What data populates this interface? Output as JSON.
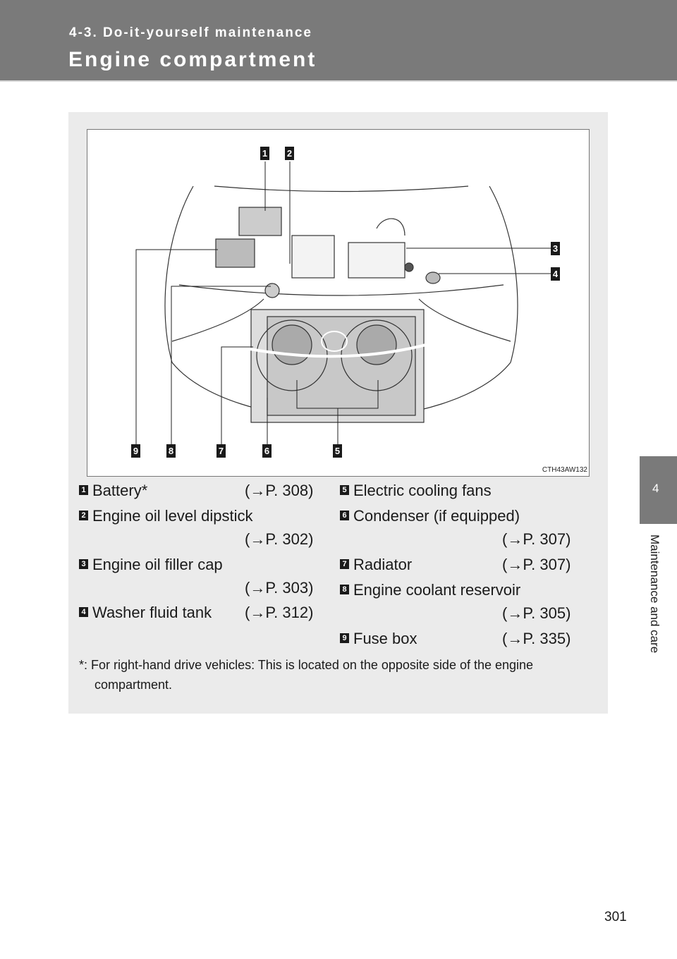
{
  "header": {
    "section": "4-3. Do-it-yourself maintenance",
    "title": "Engine compartment"
  },
  "figure": {
    "id": "CTH43AW132",
    "callouts": [
      "1",
      "2",
      "3",
      "4",
      "5",
      "6",
      "7",
      "8",
      "9"
    ]
  },
  "items": [
    {
      "num": "1",
      "label": "Battery*",
      "ref": "(→P. 308)"
    },
    {
      "num": "2",
      "label": "Engine oil level dipstick",
      "ref": "(→P. 302)"
    },
    {
      "num": "3",
      "label": "Engine oil filler cap",
      "ref": "(→P. 303)"
    },
    {
      "num": "4",
      "label": "Washer fluid tank",
      "ref": "(→P. 312)"
    },
    {
      "num": "5",
      "label": "Electric cooling fans",
      "ref": ""
    },
    {
      "num": "6",
      "label": "Condenser (if equipped)",
      "ref": "(→P. 307)"
    },
    {
      "num": "7",
      "label": "Radiator",
      "ref": "(→P. 307)"
    },
    {
      "num": "8",
      "label": "Engine coolant reservoir",
      "ref": "(→P. 305)"
    },
    {
      "num": "9",
      "label": "Fuse box",
      "ref": "(→P. 335)"
    }
  ],
  "note": "*: For right-hand drive vehicles: This is located on the opposite side of the engine compartment.",
  "side_tab": {
    "number": "4",
    "label": "Maintenance and care"
  },
  "page_number": "301"
}
